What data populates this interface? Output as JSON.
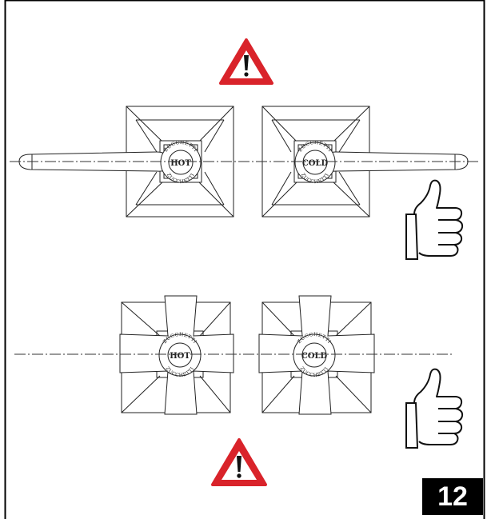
{
  "figure": {
    "number": "12",
    "brand_seal": "ZUCCHETTI",
    "hot_label": "HOT",
    "cold_label": "COLD",
    "icons": {
      "warning": "warning-triangle-icon",
      "approval": "thumbs-up-icon"
    },
    "colors": {
      "warning_red": "#d9232a",
      "badge_bg": "#000000",
      "badge_text": "#ffffff",
      "line": "#222222"
    }
  }
}
